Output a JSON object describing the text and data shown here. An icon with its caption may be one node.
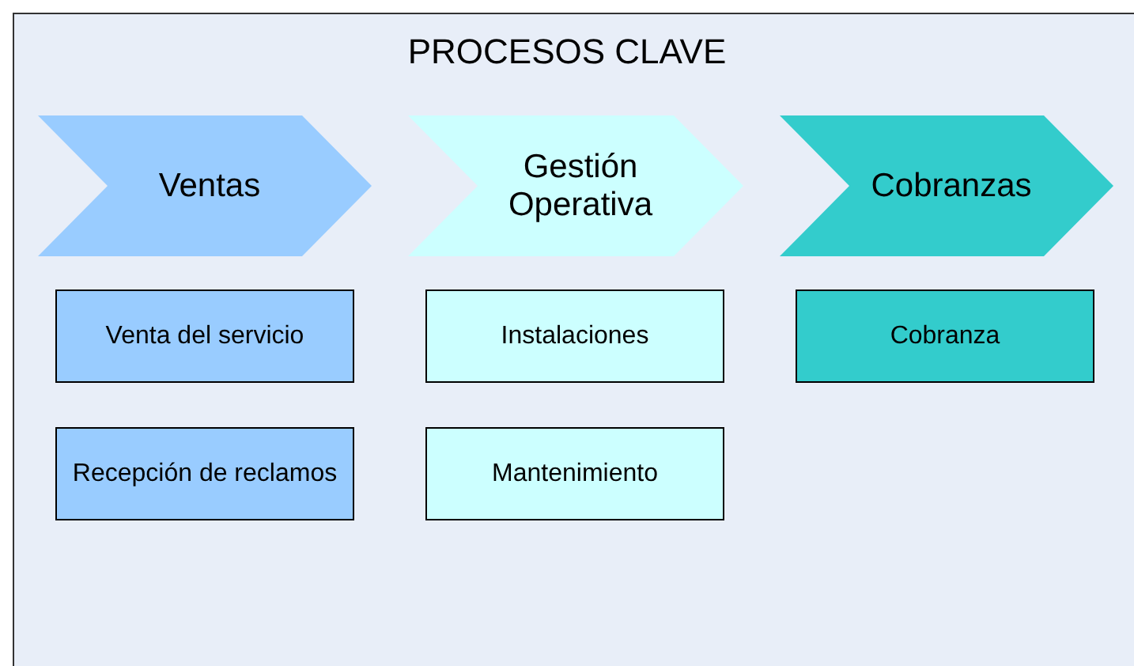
{
  "diagram": {
    "title": "PROCESOS CLAVE",
    "nodes": [
      {
        "text": [
          "Ventas"
        ]
      },
      {
        "text": [
          "Gestión Operativa"
        ]
      },
      {
        "text": [
          "Cobranzas"
        ]
      },
      {
        "text": [
          "Venta del servicio"
        ]
      },
      {
        "text": [
          "Instalaciones"
        ]
      },
      {
        "text": [
          "Cobranza"
        ]
      },
      {
        "text": [
          "Recepción de reclamos"
        ]
      },
      {
        "text": [
          "Mantenimiento"
        ]
      }
    ]
  }
}
